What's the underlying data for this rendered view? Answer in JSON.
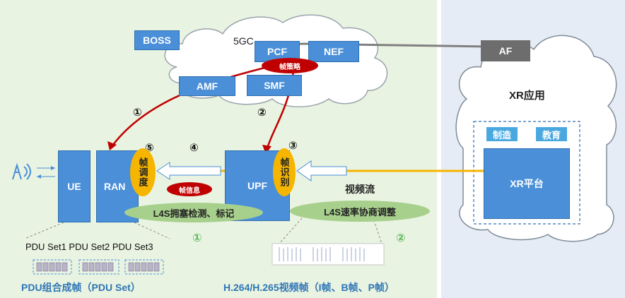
{
  "core": {
    "cloud_label": "5GC",
    "boss": "BOSS",
    "pcf": "PCF",
    "nef": "NEF",
    "amf": "AMF",
    "smf": "SMF",
    "af": "AF",
    "frame_policy": "帧策略"
  },
  "ran_side": {
    "ue": "UE",
    "ran": "RAN",
    "upf": "UPF",
    "frame_schedule": "帧调度",
    "frame_identify": "帧识别",
    "frame_info": "帧信息",
    "l4s_detect": "L4S拥塞检测、标记",
    "l4s_rate": "L4S速率协商调整",
    "video_stream": "视频流"
  },
  "steps": {
    "s1": "①",
    "s2": "②",
    "s3": "③",
    "s4": "④",
    "s5": "⑤",
    "g1": "①",
    "g2": "②"
  },
  "xr": {
    "title": "XR应用",
    "manufacturing": "制造",
    "education": "教育",
    "platform": "XR平台"
  },
  "bottom": {
    "pdu_sets": "PDU Set1 PDU Set2 PDU Set3",
    "pdu_caption": "PDU组合成帧（PDU  Set）",
    "video_caption": "H.264/H.265视频帧（I帧、B帧、P帧）"
  },
  "colors": {
    "left_bg": "#e9f3e1",
    "right_bg": "#e6ecf5",
    "blue": "#4a8fd8",
    "red": "#c00000",
    "orange": "#f5b500",
    "green_oval": "#a8d08d"
  }
}
